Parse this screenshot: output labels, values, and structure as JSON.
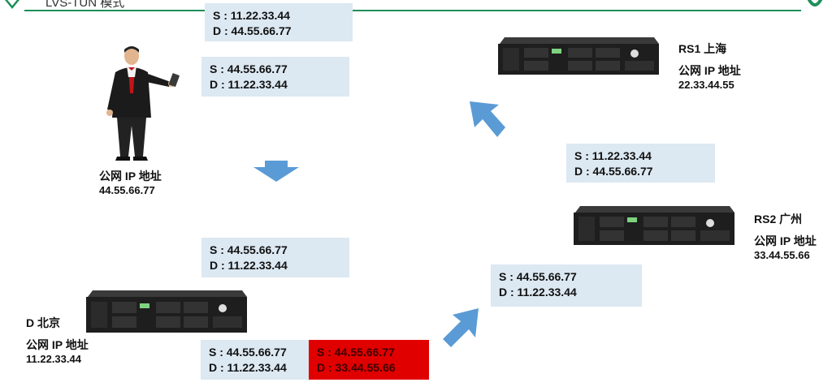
{
  "header": {
    "title": "LVS-TUN 模式"
  },
  "packets": {
    "p1": {
      "s": "S : 11.22.33.44",
      "d": "D : 44.55.66.77"
    },
    "p2": {
      "s": "S : 44.55.66.77",
      "d": "D : 11.22.33.44"
    },
    "p3": {
      "s": "S : 44.55.66.77",
      "d": "D : 11.22.33.44"
    },
    "p4": {
      "s": "S : 44.55.66.77",
      "d": "D : 11.22.33.44"
    },
    "p5": {
      "s": "S : 44.55.66.77",
      "d": "D : 33.44.55.66"
    },
    "p6": {
      "s": "S : 44.55.66.77",
      "d": "D : 11.22.33.44"
    },
    "p7": {
      "s": "S : 11.22.33.44",
      "d": "D : 44.55.66.77"
    }
  },
  "client": {
    "label": "公网 IP 地址",
    "ip": "44.55.66.77"
  },
  "director": {
    "name": "D 北京",
    "label": "公网 IP 地址",
    "ip": "11.22.33.44"
  },
  "rs1": {
    "name": "RS1 上海",
    "label": "公网 IP 地址",
    "ip": "22.33.44.55"
  },
  "rs2": {
    "name": "RS2 广州",
    "label": "公网 IP 地址",
    "ip": "33.44.55.66"
  },
  "colors": {
    "box": "#dce8f2",
    "highlight": "#e00000",
    "arrow": "#5b9bd5",
    "accent": "#1e8f5a"
  }
}
